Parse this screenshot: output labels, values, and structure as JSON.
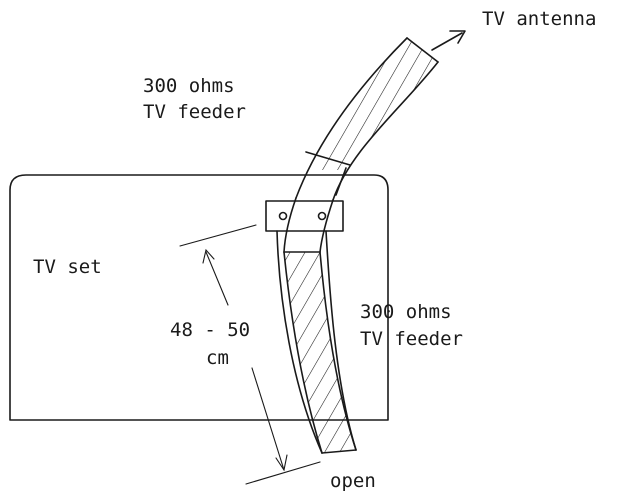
{
  "labels": {
    "antenna": "TV antenna",
    "upper_feeder_line1": "300 ohms",
    "upper_feeder_line2": "TV feeder",
    "tv_set": "TV set",
    "length_value": "48 - 50",
    "length_unit": "cm",
    "lower_feeder_line1": "300 ohms",
    "lower_feeder_line2": "TV feeder",
    "open_end": "open"
  },
  "colors": {
    "ink": "#1a1a1a",
    "background": "#ffffff"
  }
}
